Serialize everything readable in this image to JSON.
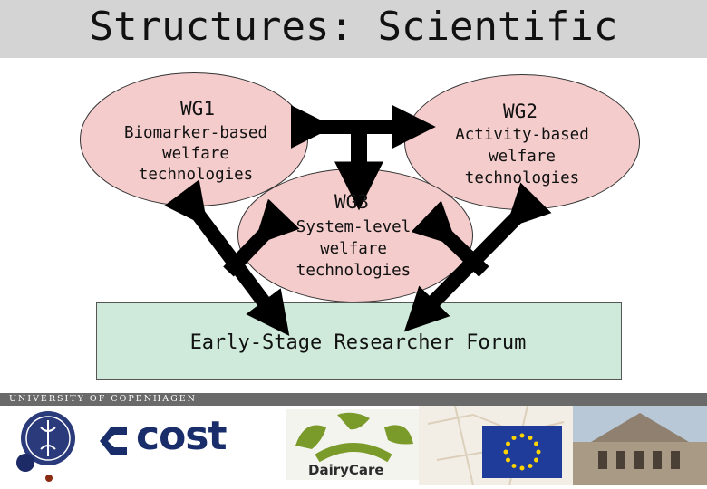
{
  "title": "Structures: Scientific",
  "groups": {
    "wg1": {
      "name": "WG1",
      "line1": "Biomarker-based",
      "line2": "welfare",
      "line3": "technologies"
    },
    "wg2": {
      "name": "WG2",
      "line1": "Activity-based",
      "line2": "welfare",
      "line3": "technologies"
    },
    "wg3": {
      "name": "WG3",
      "line1": "System-level",
      "line2": "welfare",
      "line3": "technologies"
    }
  },
  "forum": "Early-Stage Researcher Forum",
  "footer": {
    "university": "UNIVERSITY OF COPENHAGEN",
    "cost_logo": "cost",
    "dairycare_logo": "DairyCare"
  },
  "colors": {
    "oval_fill": "#f4cccc",
    "forum_fill": "#cfeadb",
    "title_bar": "#d4d4d4",
    "arrow": "#000000"
  }
}
